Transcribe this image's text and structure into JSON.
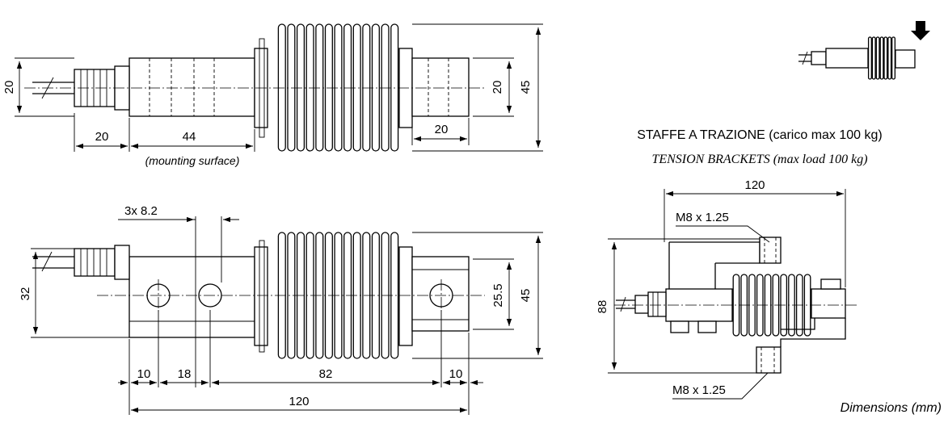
{
  "top_view": {
    "dims": {
      "cable_height": "20",
      "length_a": "20",
      "length_b": "44",
      "mounting_label": "(mounting surface)",
      "end_height": "20",
      "end_length": "20",
      "overall_height": "45"
    }
  },
  "side_view": {
    "dims": {
      "hole_spec": "3x 8.2",
      "body_height": "32",
      "end_height": "25.5",
      "overall_height": "45",
      "d1": "10",
      "d2": "18",
      "d3": "82",
      "d4": "10",
      "total_length": "120"
    }
  },
  "brackets": {
    "title_it": "STAFFE A TRAZIONE (carico max 100 kg)",
    "title_en": "TENSION BRACKETS (max load 100 kg)",
    "width": "120",
    "height": "88",
    "thread_top": "M8 x 1.25",
    "thread_bottom": "M8 x 1.25"
  },
  "footer": {
    "units_note": "Dimensions (mm)"
  }
}
